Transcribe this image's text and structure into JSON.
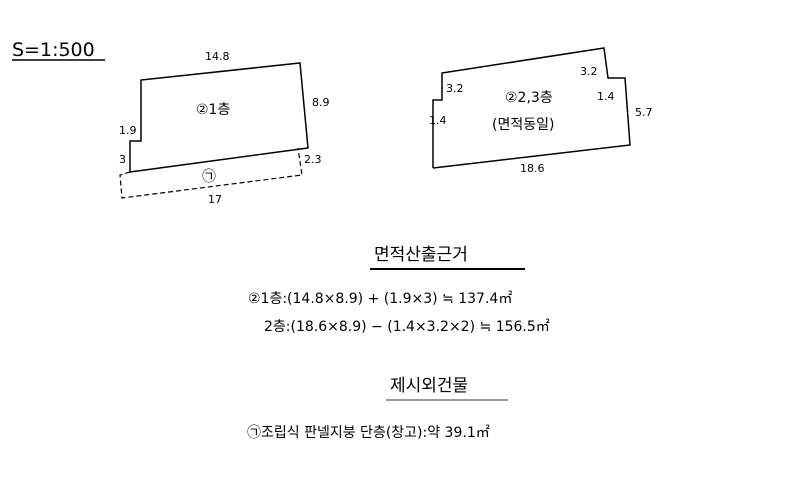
{
  "scale": "S=1:500",
  "building_a": {
    "label": "②1층",
    "dims": {
      "top": "14.8",
      "right": "8.9",
      "left_upper": "1.9",
      "left_lower": "3",
      "right_lower": "2.3",
      "bottom": "17"
    },
    "annex_label": "㉠"
  },
  "building_b": {
    "label_line1": "②2,3층",
    "label_line2": "(면적동일)",
    "dims": {
      "top_left": "3.2",
      "top_right": "3.2",
      "left_notch": "1.4",
      "right_notch": "1.4",
      "right": "5.7",
      "bottom": "18.6"
    }
  },
  "calc": {
    "title": "면적산출근거",
    "line1": "②1층:(14.8×8.9) + (1.9×3) ≒ 137.4㎡",
    "line2": "2층:(18.6×8.9) − (1.4×3.2×2) ≒ 156.5㎡"
  },
  "outbuilding": {
    "title": "제시외건물",
    "line": "㉠조립식 판넬지붕 단층(창고):약 39.1㎡"
  }
}
